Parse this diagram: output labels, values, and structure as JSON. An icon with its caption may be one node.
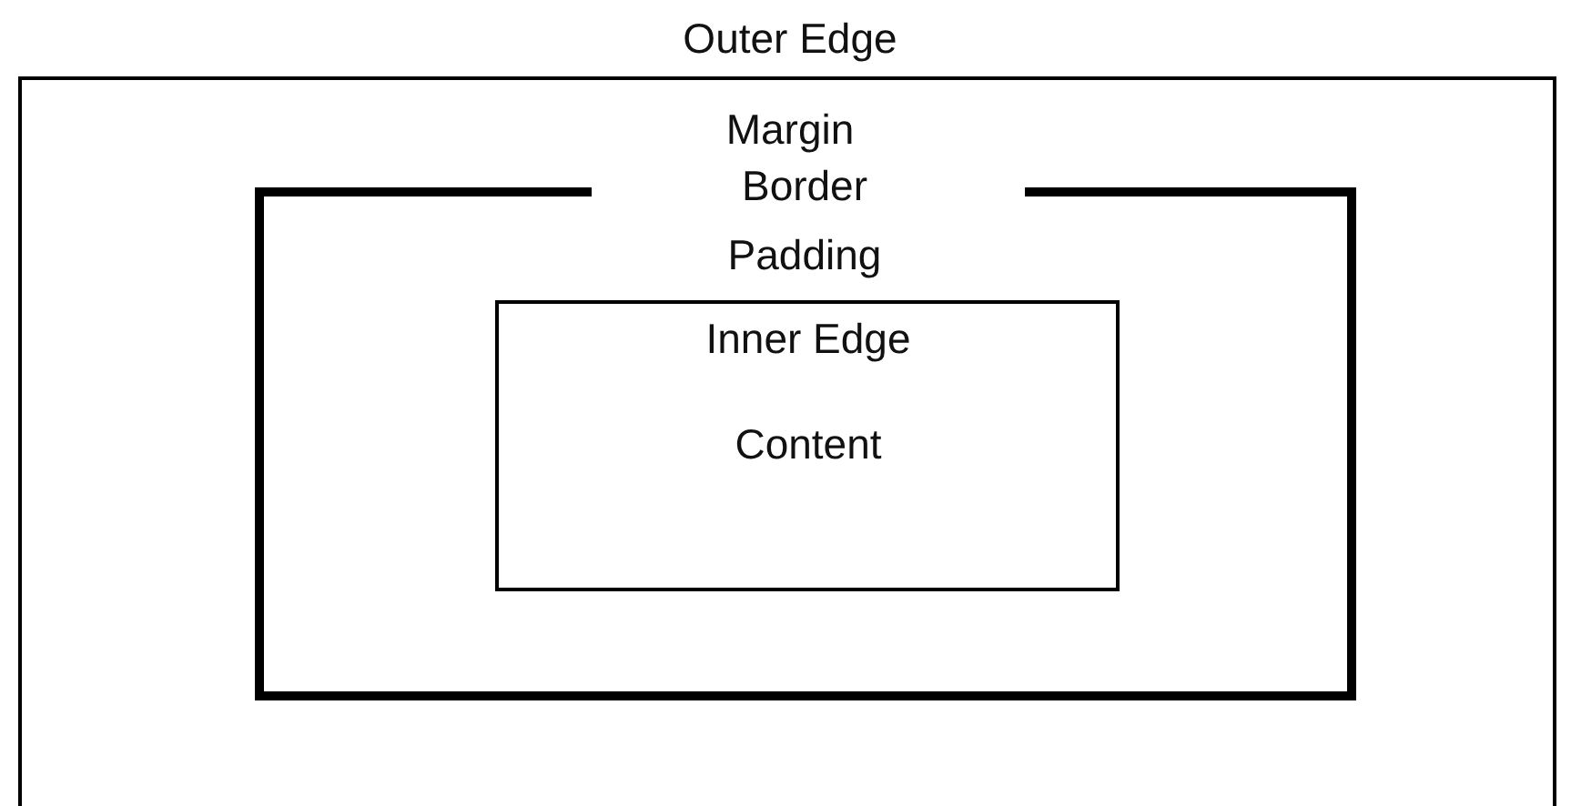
{
  "diagram": {
    "nodes": [
      {
        "text": [
          "Outer Edge",
          "Margin"
        ]
      },
      {
        "text": [
          "Border",
          "Padding"
        ],
        "in": 0
      },
      {
        "text": [
          "Inner Edge",
          "Content"
        ],
        "in": 1
      }
    ]
  }
}
